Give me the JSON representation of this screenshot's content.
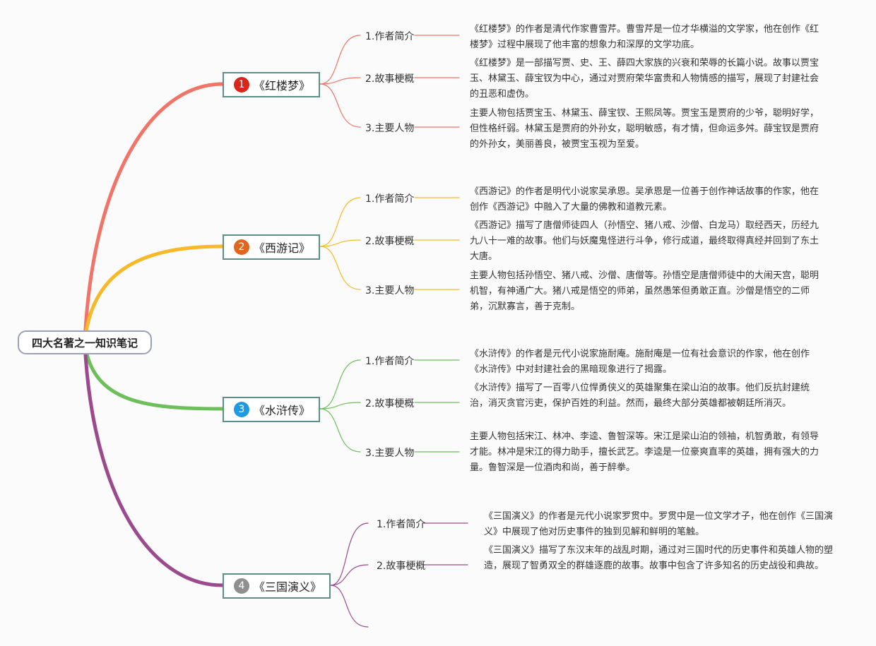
{
  "root": {
    "title": "四大名著之一知识笔记"
  },
  "books": [
    {
      "num": "1",
      "title": "《红楼梦》",
      "color": "#f07467",
      "badge_color": "#d9261c",
      "items": [
        {
          "label": "1.作者简介",
          "text": "《红楼梦》的作者是清代作家曹雪芹。曹雪芹是一位才华横溢的文学家，他在创作《红楼梦》过程中展现了他丰富的想象力和深厚的文学功底。"
        },
        {
          "label": "2.故事梗概",
          "text": "《红楼梦》是一部描写贾、史、王、薛四大家族的兴衰和荣辱的长篇小说。故事以贾宝玉、林黛玉、薛宝钗为中心，通过对贾府荣华富贵和人物情感的描写，展现了封建社会的丑恶和虚伪。"
        },
        {
          "label": "3.主要人物",
          "text": "主要人物包括贾宝玉、林黛玉、薛宝钗、王熙凤等。贾宝玉是贾府的少爷，聪明好学，但性格纤弱。林黛玉是贾府的外孙女，聪明敏感，有才情，但命运多舛。薛宝钗是贾府的外孙女，美丽善良，被贾宝玉视为至爱。"
        }
      ]
    },
    {
      "num": "2",
      "title": "《西游记》",
      "color": "#f7b928",
      "badge_color": "#e0651e",
      "items": [
        {
          "label": "1.作者简介",
          "text": "《西游记》的作者是明代小说家吴承恩。吴承恩是一位善于创作神话故事的作家，他在创作《西游记》中融入了大量的佛教和道教元素。"
        },
        {
          "label": "2.故事梗概",
          "text": "《西游记》描写了唐僧师徒四人（孙悟空、猪八戒、沙僧、白龙马）取经西天，历经九九八十一难的故事。他们与妖魔鬼怪进行斗争，修行成道，最终取得真经并回到了东土大唐。"
        },
        {
          "label": "3.主要人物",
          "text": "主要人物包括孙悟空、猪八戒、沙僧、唐僧等。孙悟空是唐僧师徒中的大闹天宫，聪明机智，有神通广大。猪八戒是悟空的师弟，虽然愚笨但勇敢正直。沙僧是悟空的二师弟，沉默寡言，善于克制。"
        }
      ]
    },
    {
      "num": "3",
      "title": "《水浒传》",
      "color": "#6cbf5a",
      "badge_color": "#1e9be0",
      "items": [
        {
          "label": "1.作者简介",
          "text": "《水浒传》的作者是元代小说家施耐庵。施耐庵是一位有社会意识的作家，他在创作《水浒传》中对封建社会的黑暗现象进行了揭露。"
        },
        {
          "label": "2.故事梗概",
          "text": "《水浒传》描写了一百零八位悍勇侠义的英雄聚集在梁山泊的故事。他们反抗封建统治，消灭贪官污吏，保护百姓的利益。然而，最终大部分英雄都被朝廷所消灭。"
        },
        {
          "label": "3.主要人物",
          "text": "主要人物包括宋江、林冲、李逵、鲁智深等。宋江是梁山泊的领袖，机智勇敢，有领导才能。林冲是宋江的得力助手，擅长武艺。李逵是一位豪爽直率的英雄，拥有强大的力量。鲁智深是一位酒肉和尚，善于醉拳。"
        }
      ]
    },
    {
      "num": "4",
      "title": "《三国演义》",
      "color": "#9b4a8e",
      "badge_color": "#8f8f8f",
      "items": [
        {
          "label": "1.作者简介",
          "text": "《三国演义》的作者是元代小说家罗贯中。罗贯中是一位文学才子，他在创作《三国演义》中展现了他对历史事件的独到见解和鲜明的笔触。"
        },
        {
          "label": "2.故事梗概",
          "text": "《三国演义》描写了东汉末年的战乱时期，通过对三国时代的历史事件和英雄人物的塑造，展现了智勇双全的群雄逐鹿的故事。故事中包含了许多知名的历史战役和典故。"
        },
        {
          "label": "",
          "text": ""
        }
      ]
    }
  ]
}
